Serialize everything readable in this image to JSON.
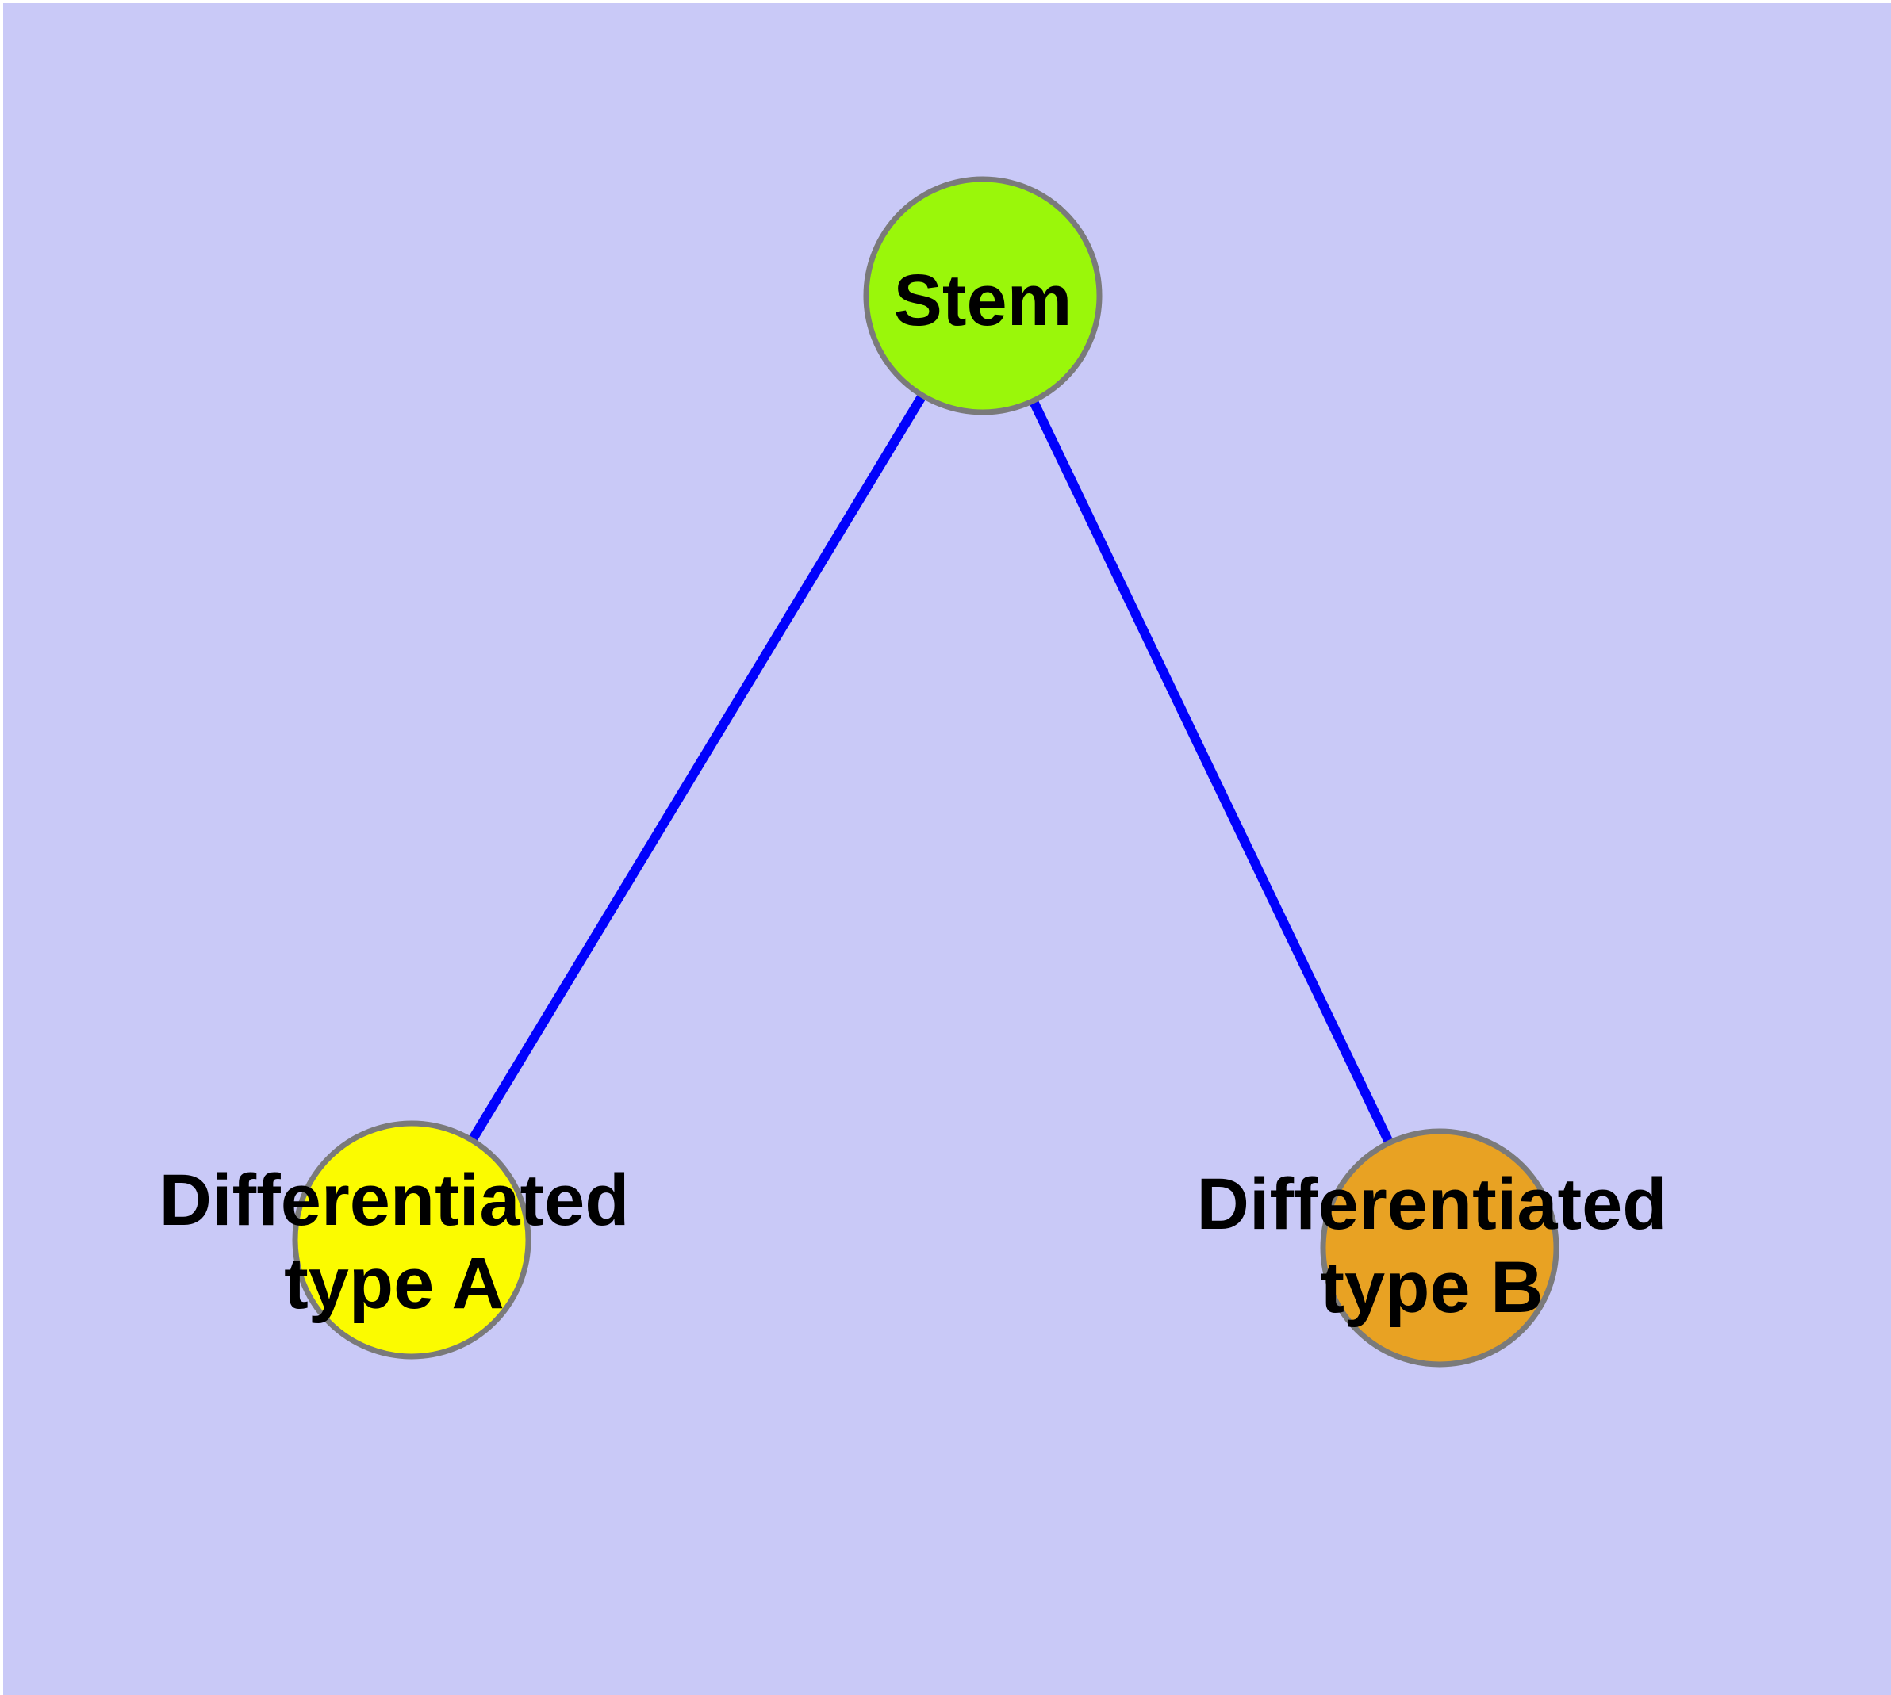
{
  "diagram": {
    "type": "graph",
    "background_color": "#C9C9F7",
    "frame_color": "#FFFFFF",
    "edge_color": "#0101FC",
    "node_border_color": "#7A7A7A",
    "label_color": "#000000",
    "nodes": {
      "stem": {
        "label": "Stem",
        "color": "#9AF70A"
      },
      "type_a": {
        "label_line1": "Differentiated",
        "label_line2": "type A",
        "color": "#FBFB00"
      },
      "type_b": {
        "label_line1": "Differentiated",
        "label_line2": "type B",
        "color": "#E8A223"
      }
    },
    "edges": [
      {
        "from": "Stem",
        "to": "Differentiated type A"
      },
      {
        "from": "Stem",
        "to": "Differentiated type B"
      }
    ]
  }
}
